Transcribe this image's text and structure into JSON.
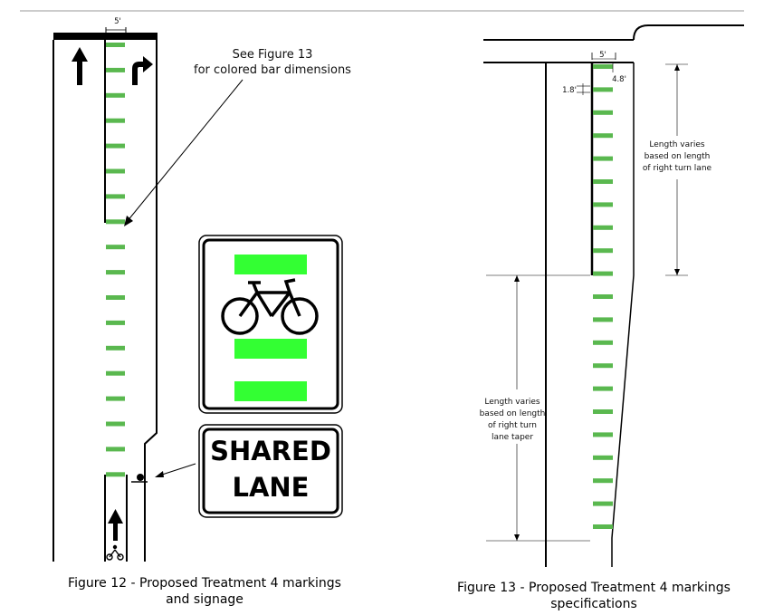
{
  "figure12": {
    "width_label": "5'",
    "callout_line1": "See Figure 13",
    "callout_line2": "for colored bar dimensions",
    "sign_line1": "SHARED",
    "sign_line2": "LANE",
    "caption_line1": "Figure 12 - Proposed Treatment 4 markings",
    "caption_line2": "and signage"
  },
  "figure13": {
    "width_label": "5'",
    "bar_width_label": "4.8'",
    "bar_height_label": "1.8'",
    "turn_lane_note": [
      "Length varies",
      "based on length",
      "of right turn lane"
    ],
    "taper_note": [
      "Length varies",
      "based on length",
      "of right turn",
      "lane taper"
    ],
    "caption_line1": "Figure 13 - Proposed Treatment 4 markings",
    "caption_line2": "specifications"
  },
  "colors": {
    "bar_green": "#5ab84f",
    "sign_green": "#33ff33",
    "line": "#000000"
  },
  "icons": [
    "straight-arrow-icon",
    "right-turn-arrow-icon",
    "bicycle-icon",
    "bicycle-symbol-icon",
    "detector-icon"
  ]
}
